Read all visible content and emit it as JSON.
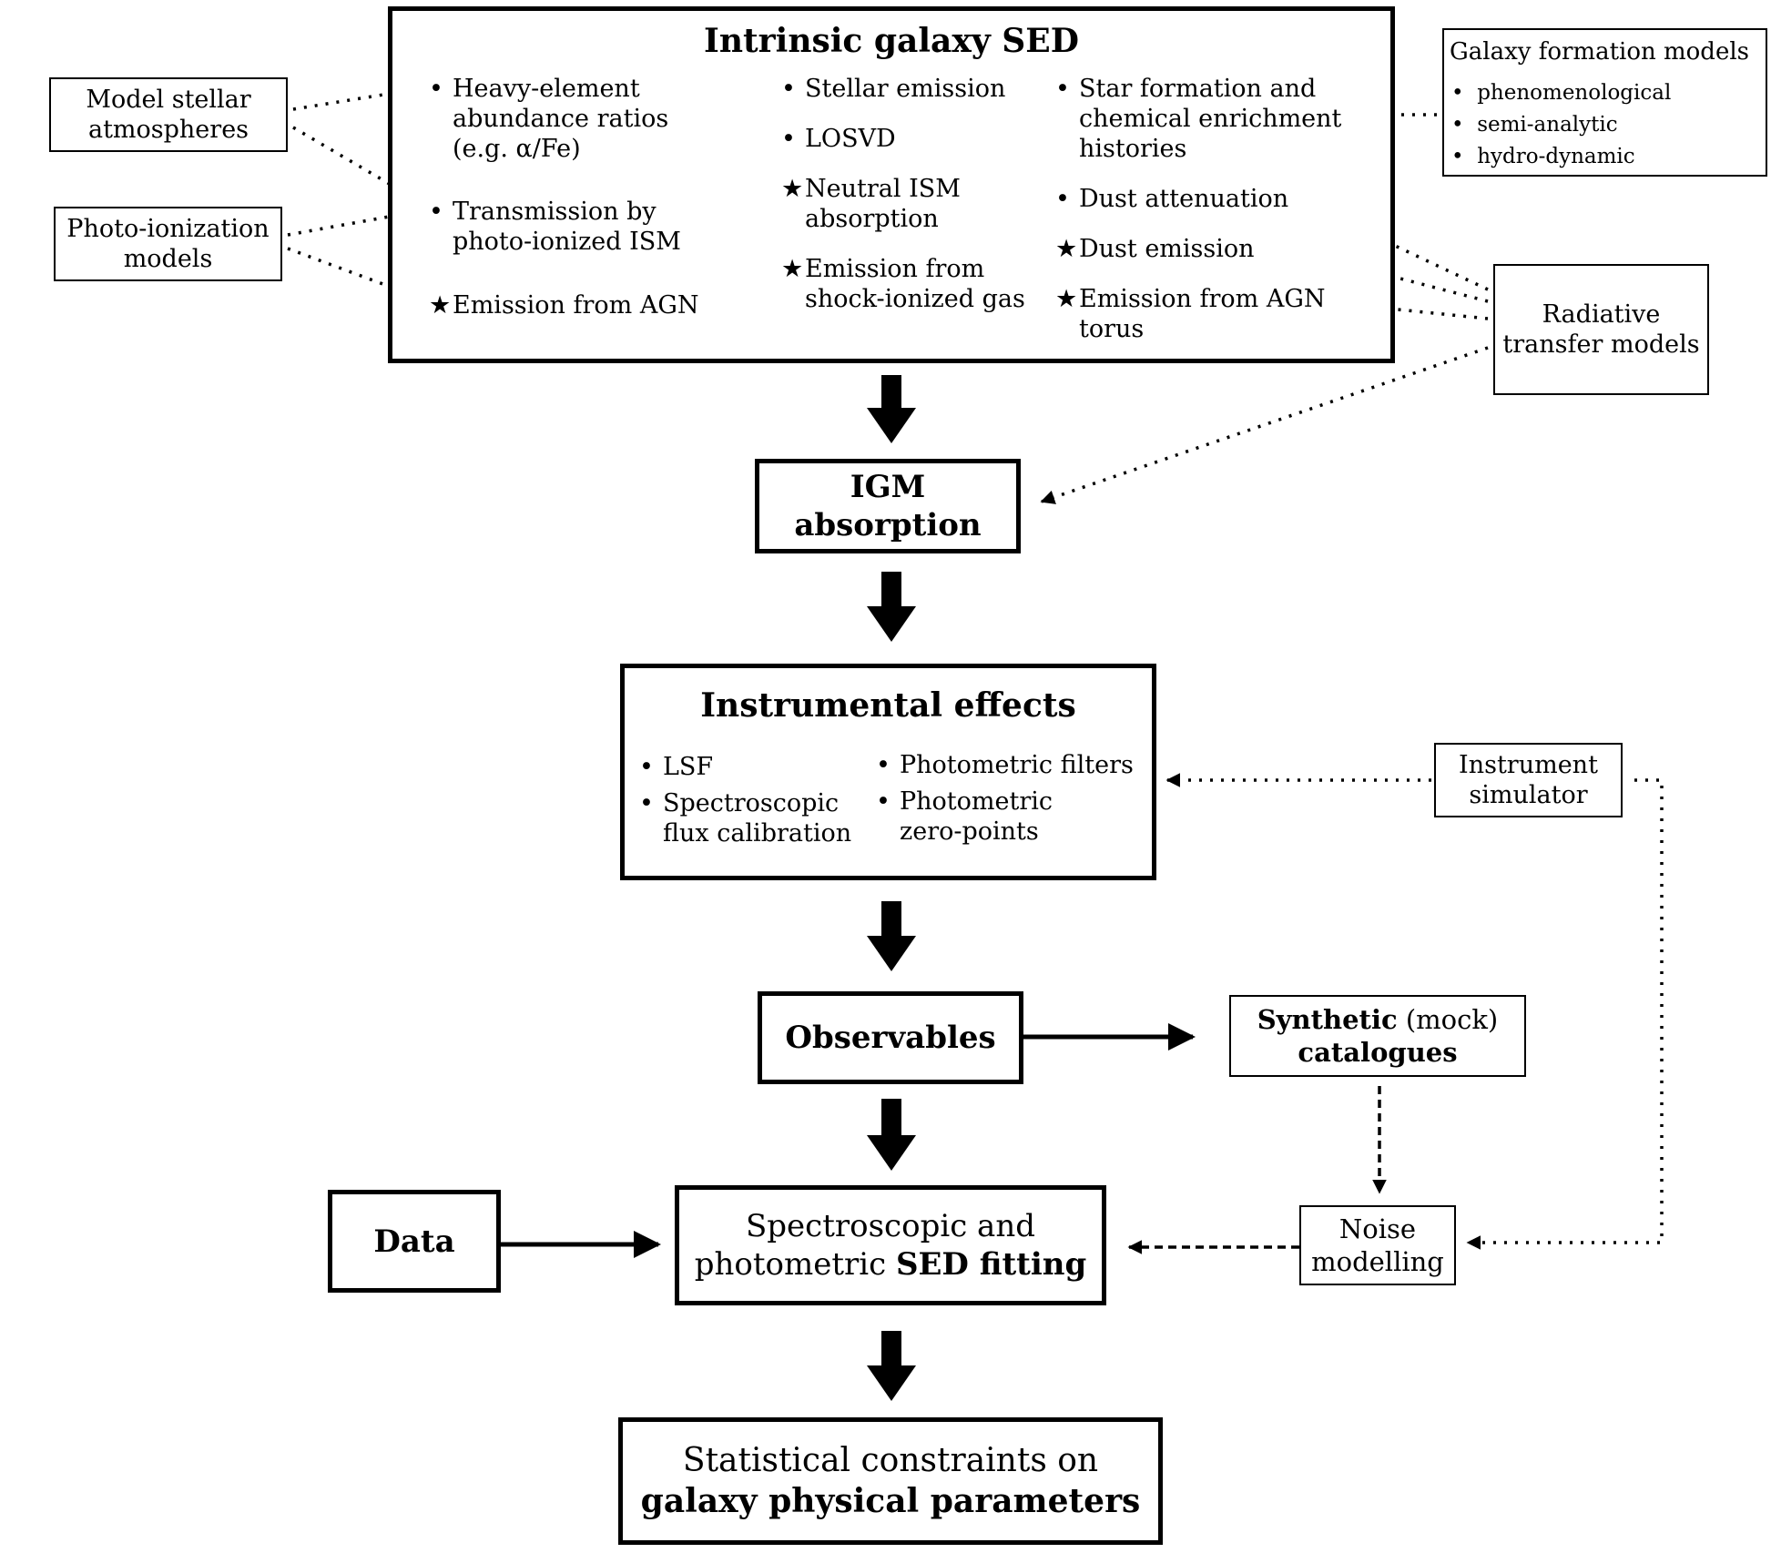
{
  "intrinsic": {
    "title": "Intrinsic galaxy SED",
    "col1": [
      {
        "marker": "•",
        "lines": [
          "Heavy-element",
          "abundance ratios",
          "(e.g. α/Fe)"
        ]
      },
      {
        "marker": "•",
        "lines": [
          "Transmission by",
          "photo-ionized ISM"
        ]
      },
      {
        "marker": "★",
        "lines": [
          "Emission from AGN"
        ]
      }
    ],
    "col2": [
      {
        "marker": "•",
        "lines": [
          "Stellar emission"
        ]
      },
      {
        "marker": "•",
        "lines": [
          "LOSVD"
        ]
      },
      {
        "marker": "★",
        "lines": [
          "Neutral ISM",
          "absorption"
        ]
      },
      {
        "marker": "★",
        "lines": [
          "Emission from",
          "shock-ionized gas"
        ]
      }
    ],
    "col3": [
      {
        "marker": "•",
        "lines": [
          "Star formation and",
          "chemical enrichment",
          "histories"
        ]
      },
      {
        "marker": "•",
        "lines": [
          "Dust attenuation"
        ]
      },
      {
        "marker": "★",
        "lines": [
          "Dust emission"
        ]
      },
      {
        "marker": "★",
        "lines": [
          "Emission from AGN",
          "torus"
        ]
      }
    ]
  },
  "stellar": {
    "lines": [
      "Model stellar",
      "atmospheres"
    ]
  },
  "photo": {
    "lines": [
      "Photo-ionization",
      "models"
    ]
  },
  "galform": {
    "title": "Galaxy formation models",
    "items": [
      "phenomenological",
      "semi-analytic",
      "hydro-dynamic"
    ]
  },
  "radiative": {
    "lines": [
      "Radiative",
      "transfer models"
    ]
  },
  "igm": {
    "lines": [
      "IGM",
      "absorption"
    ]
  },
  "instrumental": {
    "title": "Instrumental effects",
    "col1": [
      {
        "marker": "•",
        "lines": [
          "LSF"
        ]
      },
      {
        "marker": "•",
        "lines": [
          "Spectroscopic",
          "flux calibration"
        ]
      }
    ],
    "col2": [
      {
        "marker": "•",
        "lines": [
          "Photometric filters"
        ]
      },
      {
        "marker": "•",
        "lines": [
          "Photometric",
          "zero-points"
        ]
      }
    ]
  },
  "instrument_sim": {
    "lines": [
      "Instrument",
      "simulator"
    ]
  },
  "observables": {
    "label": "Observables"
  },
  "synthetic": {
    "bold1": "Synthetic",
    "normal1": " (mock)",
    "bold2": "catalogues"
  },
  "noise": {
    "lines": [
      "Noise",
      "modelling"
    ]
  },
  "data": {
    "label": "Data"
  },
  "sedfit": {
    "line1": "Spectroscopic and",
    "line2_normal": "photometric ",
    "line2_bold": "SED fitting"
  },
  "stats": {
    "line1": "Statistical constraints on",
    "line2": "galaxy physical parameters"
  }
}
